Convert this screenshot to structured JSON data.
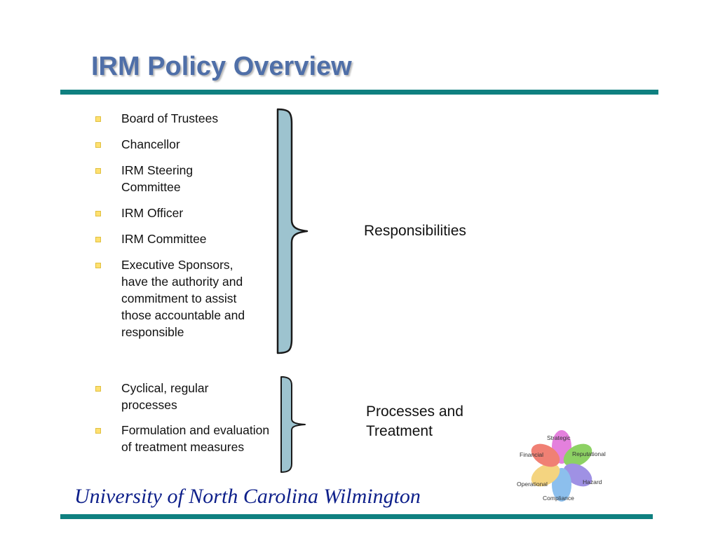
{
  "title": "IRM Policy Overview",
  "responsibilities": {
    "items": [
      "Board of Trustees",
      "Chancellor",
      "IRM Steering Committee",
      "IRM Officer",
      "IRM Committee",
      "Executive Sponsors, have the authority and commitment to assist those accountable and responsible"
    ],
    "label": "Responsibilities"
  },
  "processes": {
    "items": [
      "Cyclical, regular processes",
      "Formulation and evaluation of treatment measures"
    ],
    "label": "Processes and Treatment"
  },
  "footer": "University of North Carolina Wilmington",
  "risk_graphic": {
    "petals": [
      "Strategic",
      "Reputational",
      "Hazard",
      "Compliance",
      "Operational",
      "Financial"
    ]
  },
  "colors": {
    "title": "#4f6fa8",
    "rule": "#0f8080",
    "brace_fill": "#9dc3cf",
    "footer": "#0d1f8a",
    "bullet": "#ffe070"
  }
}
